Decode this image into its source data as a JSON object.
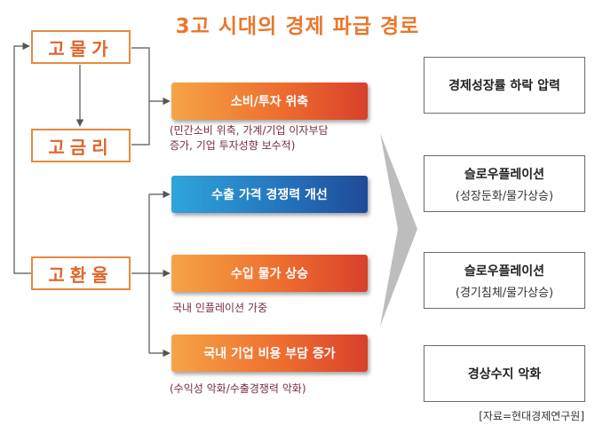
{
  "title": "3고 시대의 경제 파급 경로",
  "causes": {
    "price": "고물가",
    "rate": "고금리",
    "fx": "고환율"
  },
  "effects": {
    "consumption": "소비/투자 위축",
    "consumption_note_1": "(민간소비 위축, 가계/기업 이자부담",
    "consumption_note_2": "증가, 기업 투자성향 보수적)",
    "export": "수출 가격 경쟁력 개선",
    "import": "수입 물가 상승",
    "import_note": "국내 인플레이션 가중",
    "cost": "국내 기업 비용 부담 증가",
    "cost_note": "(수익성 악화/수출경쟁력 악화)"
  },
  "results": {
    "growth": "경제성장률 하락 압력",
    "slowflation_1_main": "슬로우플레이션",
    "slowflation_1_sub": "(성장둔화/물가상승)",
    "slowflation_2_main": "슬로우플레이션",
    "slowflation_2_sub": "(경기침체/물가상승)",
    "balance": "경상수지 악화"
  },
  "source": "[자료=현대경제연구원]",
  "colors": {
    "accent": "#e9772d",
    "orange_box": "#ee6e2e",
    "blue_box": "#2575be",
    "note_text": "#7a2b3e"
  }
}
